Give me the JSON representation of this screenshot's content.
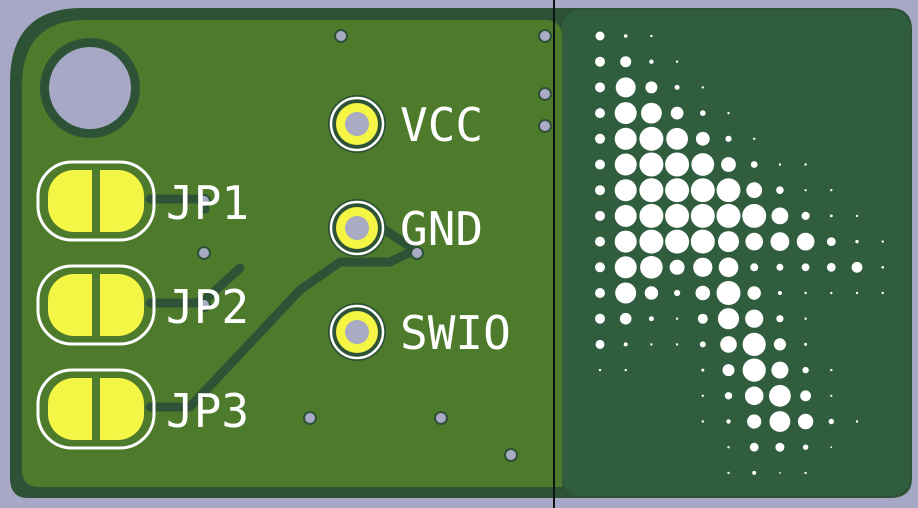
{
  "labels": {
    "jp1": "JP1",
    "jp2": "JP2",
    "jp3": "JP3",
    "vcc": "VCC",
    "gnd": "GND",
    "swio": "SWIO"
  },
  "colors": {
    "background": "#a7a8c6",
    "board_outline": "#2e5236",
    "copper_left": "#4e7a2c",
    "mask_right": "#2f5d3d",
    "pad": "#f5f545",
    "silkscreen": "#ffffff",
    "via": "#a9aac4"
  },
  "icons": {
    "logo": "arrow-cursor-halftone-logo",
    "hole": "mounting-hole-icon"
  }
}
